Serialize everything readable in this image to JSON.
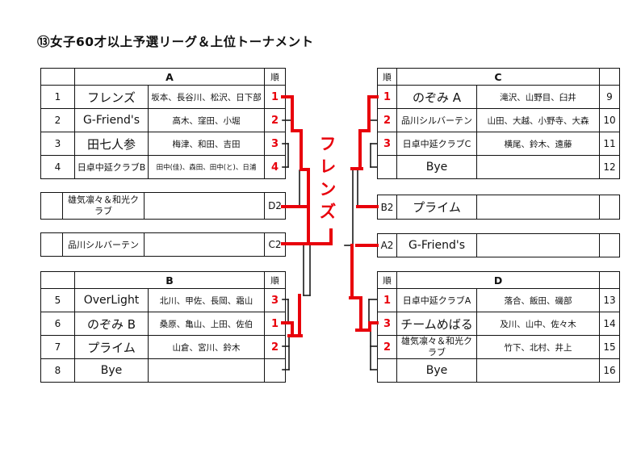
{
  "title": "⑬女子60才以上予選リーグ＆上位トーナメント",
  "champion_label": "フレンズ",
  "colors": {
    "bracket_red": "#e8000b",
    "bracket_black": "#1a1a1a",
    "rank_red": "#e8000b"
  },
  "labels": {
    "rank_header": "順"
  },
  "tables": {
    "a": {
      "title": "A",
      "rows": [
        {
          "seed": "1",
          "name": "フレンズ",
          "members": "坂本、長谷川、松沢、日下部",
          "rank": "1"
        },
        {
          "seed": "2",
          "name": "G-Friend's",
          "members": "高木、窪田、小堀",
          "rank": "2"
        },
        {
          "seed": "3",
          "name": "田七人参",
          "members": "梅津、和田、吉田",
          "rank": "3"
        },
        {
          "seed": "4",
          "name": "日卓中延クラブB",
          "members": "田中(佳)、森田、田中(と)、日浦",
          "rank": "4"
        }
      ]
    },
    "b": {
      "title": "B",
      "rows": [
        {
          "seed": "5",
          "name": "OverLight",
          "members": "北川、甲佐、長岡、霜山",
          "rank": "3"
        },
        {
          "seed": "6",
          "name": "のぞみ B",
          "members": "桑原、亀山、上田、佐伯",
          "rank": "1"
        },
        {
          "seed": "7",
          "name": "プライム",
          "members": "山倉、宮川、鈴木",
          "rank": "2"
        },
        {
          "seed": "8",
          "name": "Bye",
          "members": "",
          "rank": ""
        }
      ]
    },
    "c": {
      "title": "C",
      "rows": [
        {
          "rank": "1",
          "name": "のぞみ A",
          "members": "滝沢、山野目、臼井",
          "id": "9"
        },
        {
          "rank": "2",
          "name": "品川シルバーテン",
          "members": "山田、大越、小野寺、大森",
          "id": "10"
        },
        {
          "rank": "3",
          "name": "日卓中延クラブC",
          "members": "横尾、鈴木、遠藤",
          "id": "11"
        },
        {
          "rank": "",
          "name": "Bye",
          "members": "",
          "id": "12"
        }
      ]
    },
    "d": {
      "title": "D",
      "rows": [
        {
          "rank": "1",
          "name": "日卓中延クラブA",
          "members": "落合、飯田、磯部",
          "id": "13"
        },
        {
          "rank": "3",
          "name": "チームめばる",
          "members": "及川、山中、佐々木",
          "id": "14"
        },
        {
          "rank": "2",
          "name": "雄気凛々＆和光クラブ",
          "members": "竹下、北村、井上",
          "id": "15"
        },
        {
          "rank": "",
          "name": "Bye",
          "members": "",
          "id": "16"
        }
      ]
    },
    "crossover": {
      "d2": {
        "label": "D2",
        "team": "雄気凛々＆和光クラブ"
      },
      "c2": {
        "label": "C2",
        "team": "品川シルバーテン"
      },
      "b2": {
        "label": "B2",
        "team": "プライム"
      },
      "a2": {
        "label": "A2",
        "team": "G-Friend's"
      }
    }
  }
}
